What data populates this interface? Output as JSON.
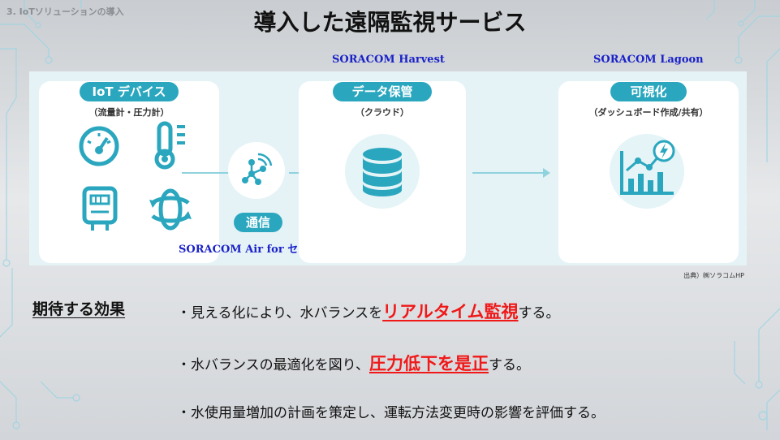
{
  "slide": {
    "breadcrumb": "3. IoTソリューションの導入",
    "title": "導入した遠隔監視サービス"
  },
  "diagram": {
    "device": {
      "label": "IoT デバイス",
      "sub": "（流量計・圧力計）"
    },
    "network": {
      "label": "通信",
      "product": "SORACOM Air for セルラー"
    },
    "storage": {
      "label": "データ保管",
      "sub": "（クラウド）",
      "product": "SORACOM Harvest"
    },
    "visual": {
      "label": "可視化",
      "sub": "（ダッシュボード作成/共有）",
      "product": "SORACOM Lagoon"
    },
    "source": "出典）㈱ソラコムHP"
  },
  "effects": {
    "label": "期待する効果",
    "items": [
      {
        "pre": "・見える化により、水バランスを",
        "highlight": "リアルタイム監視",
        "post": "する。"
      },
      {
        "pre": "・水バランスの最適化を図り、",
        "highlight": "圧力低下を是正",
        "post": "する。"
      },
      {
        "pre": "・水使用量増加の計画を策定し、運転方法変更時の影響を評価する。"
      }
    ]
  },
  "colors": {
    "accent": "#2aa7bf",
    "product_text": "#1a22c8",
    "highlight": "#f01818",
    "panel_bg": "#e6f3f6"
  },
  "icons": [
    "speedometer-icon",
    "thermometer-icon",
    "meter-icon",
    "rotation-icon",
    "wireless-icon",
    "database-icon",
    "chart-icon"
  ]
}
